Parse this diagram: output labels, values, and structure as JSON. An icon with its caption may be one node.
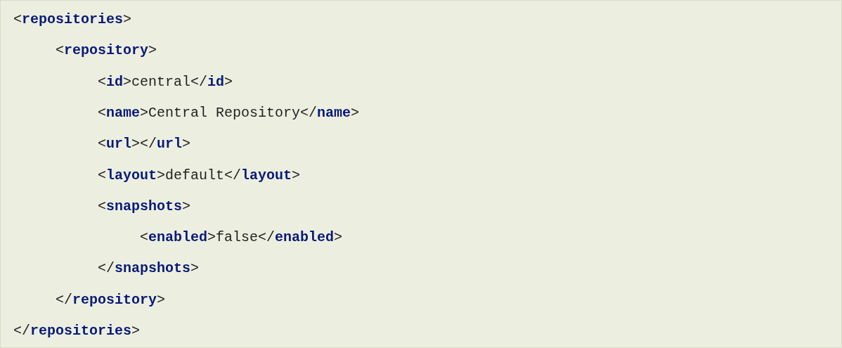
{
  "diagram": {
    "labels": [
      "<**repositories**>",
      "<**repository**>",
      "<**id**>central</**id**>",
      "<**name**>Central Repository</**name**>",
      "<**url**></**url**>",
      "<**layout**>default</**layout**>",
      "<**snapshots**>",
      "<**enabled**>false</**enabled**>",
      "</**snapshots**>",
      "</**repository**>",
      "</**repositories**>"
    ]
  }
}
